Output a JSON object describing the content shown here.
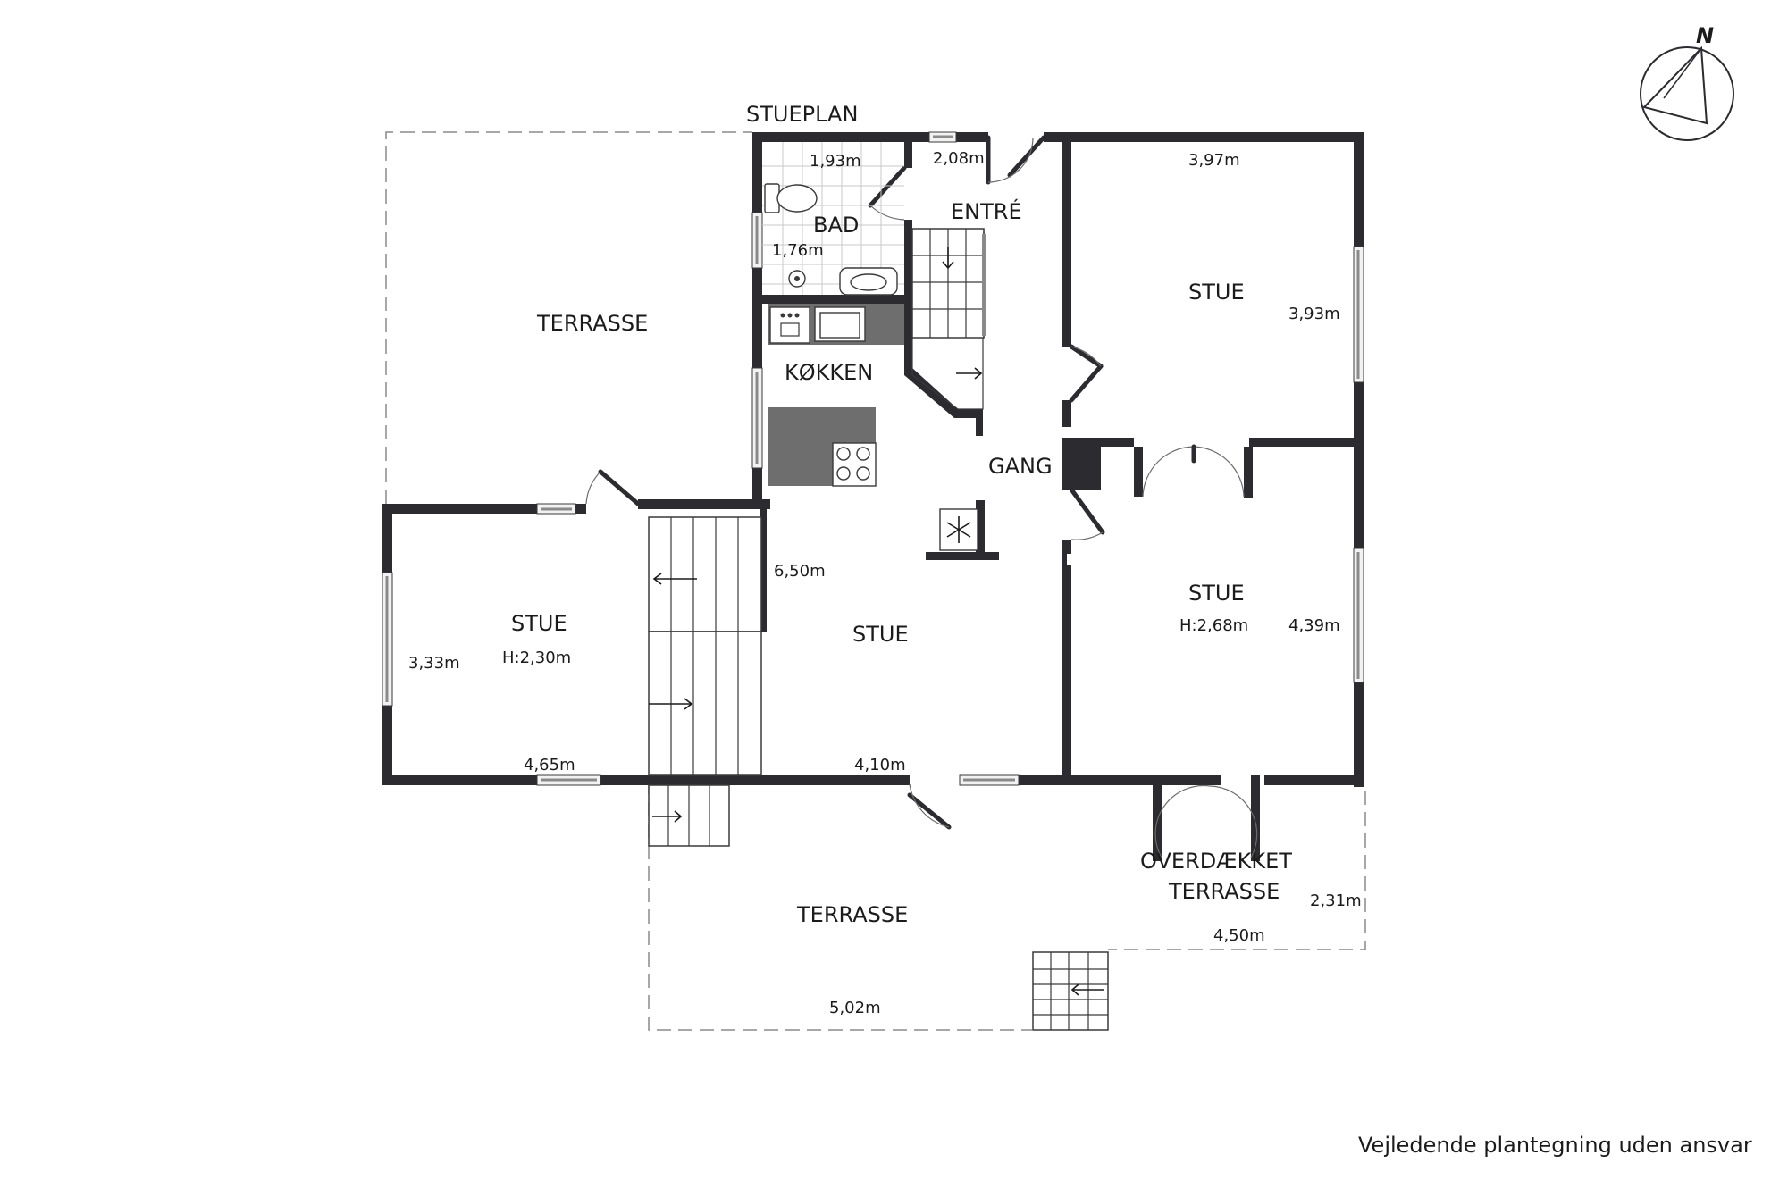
{
  "title": "STUEPLAN",
  "compass": {
    "north_label": "N",
    "icon": "compass-icon"
  },
  "rooms": {
    "terrasse_west": "TERRASSE",
    "bad": "BAD",
    "entre": "ENTRÉ",
    "stue_ne": "STUE",
    "koekken": "KØKKEN",
    "gang": "GANG",
    "stue_west": "STUE",
    "stue_west_height": "H:2,30m",
    "stue_center": "STUE",
    "stue_se": "STUE",
    "stue_se_height": "H:2,68m",
    "covered_terrace_line1": "OVERDÆKKET",
    "covered_terrace_line2": "TERRASSE",
    "terrasse_south": "TERRASSE"
  },
  "dimensions": {
    "bad_width": "1,93m",
    "bad_depth": "1,76m",
    "entre_width": "2,08m",
    "stue_ne_width": "3,97m",
    "stue_ne_depth": "3,93m",
    "stue_center_depth": "6,50m",
    "stue_west_depth": "3,33m",
    "stue_west_width": "4,65m",
    "stue_center_width": "4,10m",
    "stue_se_depth": "4,39m",
    "covered_terrace_depth": "2,31m",
    "covered_terrace_width": "4,50m",
    "terrasse_south_width": "5,02m"
  },
  "disclaimer": "Vejledende plantegning uden ansvar",
  "colors": {
    "wall": "#2b2b30",
    "counter": "#6e6e6e",
    "text": "#1b1b1b"
  }
}
